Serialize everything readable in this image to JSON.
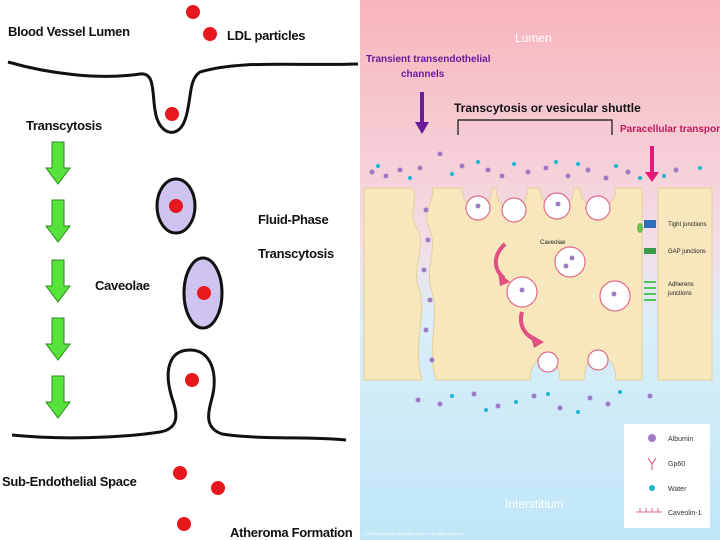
{
  "left_panel": {
    "blood_vessel_lumen": "Blood Vessel Lumen",
    "ldl_particles": "LDL particles",
    "transcytosis": "Transcytosis",
    "caveolae": "Caveolae",
    "fluid_phase_line1": "Fluid-Phase",
    "fluid_phase_line2": "Transcytosis",
    "sub_endothelial_space": "Sub-Endothelial Space",
    "atheroma_formation": "Atheroma Formation"
  },
  "right_panel": {
    "lumen": "Lumen",
    "transient_line1": "Transient transendothelial",
    "transient_line2": "channels",
    "transcytosis_shuttle": "Transcytosis or vesicular shuttle",
    "paracellular": "Paracellular transport",
    "caveolae": "Caveolae",
    "tight_junctions": "Tight junctions",
    "gap_junctions": "GAP junctions",
    "adherens_line1": "Adherens",
    "adherens_line2": "junctions",
    "interstitium": "Interstitium",
    "copyright": "© 2009 Sandigare Scientific and tion. All rights reserved.",
    "legend": {
      "albumin": "Albumin",
      "gp60": "Gp60",
      "water": "Water",
      "caveolin": "Caveolin-1"
    }
  },
  "colors": {
    "ldl_red": "#e8191e",
    "caveola_lavender": "#cfc4ef",
    "arrow_green": "#56e33a",
    "cell_tan": "#f8e7bc",
    "albumin_purple": "#9f7bc6",
    "water_cyan": "#1cb6d0",
    "gradient_top": "#f8b7bc",
    "gradient_bottom": "#bfe7f8"
  }
}
